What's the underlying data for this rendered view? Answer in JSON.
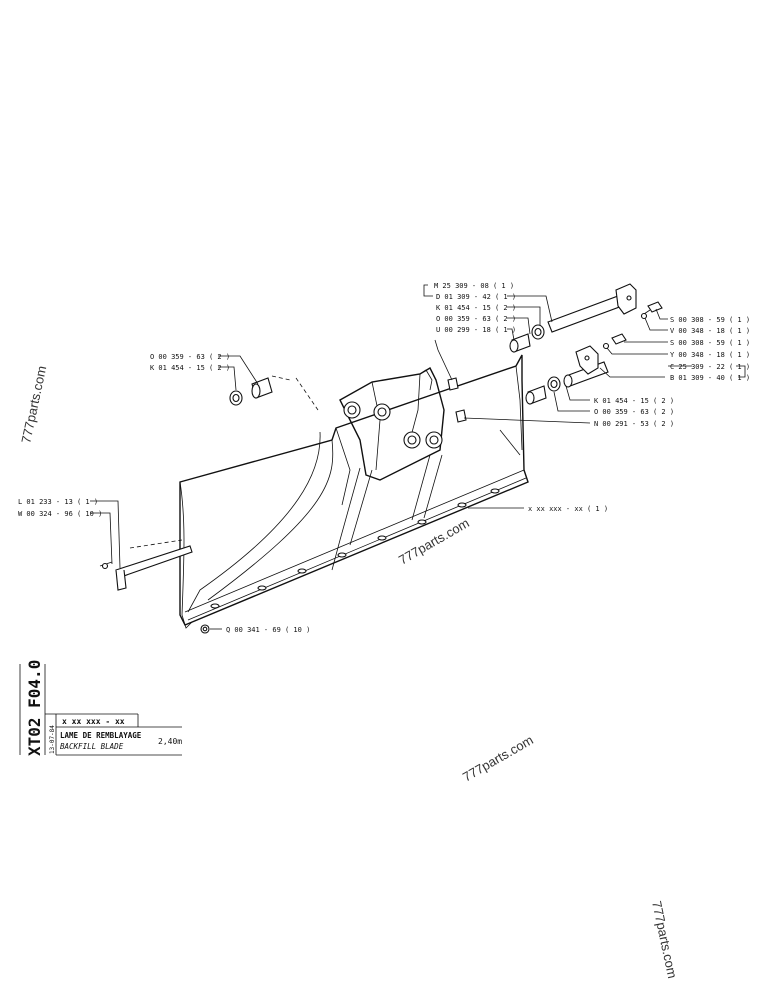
{
  "callouts": {
    "m25": "M 25  309 - 08 ( 1 )",
    "d01": "D 01  309 - 42 ( 1 )",
    "k01_top": "K 01  454 - 15 ( 2 )",
    "o00_top": "O 00  359 - 63 ( 2 )",
    "u00": "U 00  299 - 18 ( 1 )",
    "s00_a": "S  00  308 - 59 ( 1 )",
    "v00_a": "V  00  348 - 18 ( 1 )",
    "s00_b": "S  00  308 - 59 ( 1 )",
    "y00_b": "Y  00  348 - 18 ( 1 )",
    "c25": "C  25  309 - 22 ( 1 )",
    "b01": "B  01  309 - 40 ( 1 )",
    "o00_left": "O 00  359 - 63 ( 2 )",
    "k01_left": "K 01  454 - 15 ( 2 )",
    "k01_mid": "K  01  454 - 15 ( 2 )",
    "o00_mid": "O  00  359 - 63 ( 2 )",
    "n00": "N  00  291 - 53 ( 2 )",
    "xx": "x  xx  xxx - xx  ( 1 )",
    "l01": "L  01  233 - 13 ( 1 )",
    "w00": "W 00  324 - 96 ( 10 )",
    "q00": "Q  00  341 - 69 ( 10 )"
  },
  "title_block": {
    "code": "XT02  F04.0",
    "ref": "x  xx  xxx - xx",
    "date": "13-07-84",
    "name_fr": "LAME DE REMBLAYAGE",
    "name_en": "BACKFILL BLADE",
    "size": "2,40m"
  },
  "watermarks": {
    "w1": "777parts.com",
    "w2": "777parts.com",
    "w3": "777parts.com",
    "w4": "777parts.com"
  }
}
